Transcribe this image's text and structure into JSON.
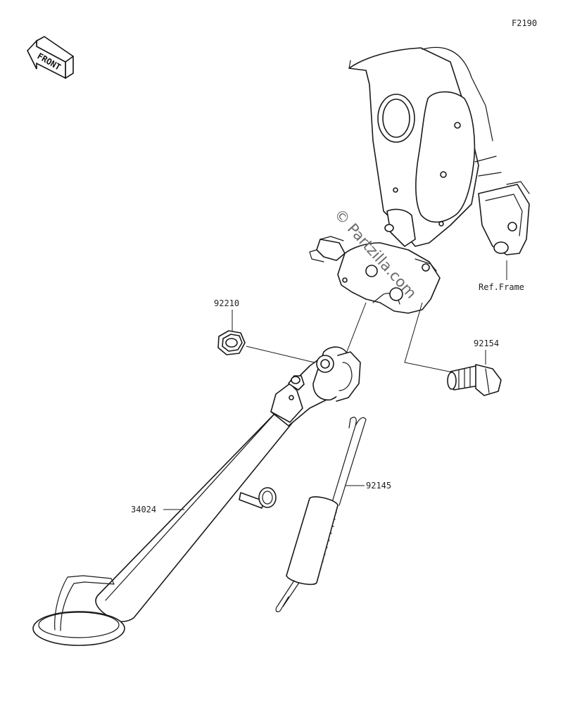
{
  "diagram_code": "F2190",
  "front_badge": "FRONT",
  "watermark": "© Partzilla.com",
  "ref_label": "Ref.Frame",
  "parts": [
    {
      "id": "nut",
      "number": "92210"
    },
    {
      "id": "bolt",
      "number": "92154"
    },
    {
      "id": "spring",
      "number": "92145"
    },
    {
      "id": "stand",
      "number": "34024"
    }
  ]
}
